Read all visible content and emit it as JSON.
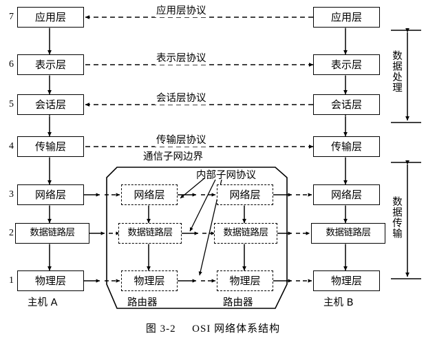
{
  "figure": {
    "caption_prefix": "图 3-2",
    "caption_title": "OSI 网络体系结构"
  },
  "layer_numbers": [
    "7",
    "6",
    "5",
    "4",
    "3",
    "2",
    "1"
  ],
  "host_a": {
    "title": "主机 A",
    "layers": [
      "应用层",
      "表示层",
      "会话层",
      "传输层",
      "网络层",
      "数据链路层",
      "物理层"
    ]
  },
  "host_b": {
    "title": "主机 B",
    "layers": [
      "应用层",
      "表示层",
      "会话层",
      "传输层",
      "网络层",
      "数据链路层",
      "物理层"
    ]
  },
  "router_1": {
    "title": "路由器",
    "layers": [
      "网络层",
      "数据链路层",
      "物理层"
    ]
  },
  "router_2": {
    "title": "路由器",
    "layers": [
      "网络层",
      "数据链路层",
      "物理层"
    ]
  },
  "protocols": [
    "应用层协议",
    "表示层协议",
    "会话层协议",
    "传输层协议"
  ],
  "annotations": {
    "subnet_boundary": "通信子网边界",
    "internal_subnet_protocol": "内部子网协议"
  },
  "brackets": [
    {
      "label": "数据处理"
    },
    {
      "label": "数据传输"
    }
  ],
  "colors": {
    "stroke": "#000000",
    "background": "#ffffff"
  }
}
